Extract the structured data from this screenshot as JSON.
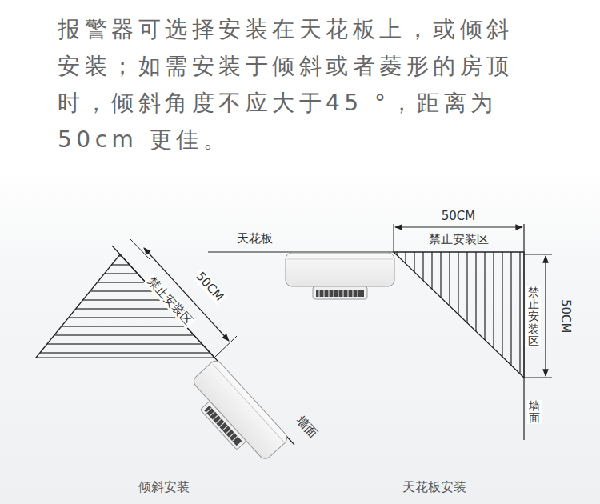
{
  "diagram": {
    "labels": [
      "报警器可选择安装在天花板上，或倾斜 安装；如需安装于倾斜或者菱形的房顶 时，倾斜角度不应大于45 °，距离为 50cm 更佳。",
      "50CM",
      "禁止安装区",
      "墙面",
      "倾斜安装",
      "天花板",
      "50CM",
      "禁止安装区",
      "禁止安装区",
      "50CM",
      "墙面",
      "天花板安装"
    ]
  }
}
